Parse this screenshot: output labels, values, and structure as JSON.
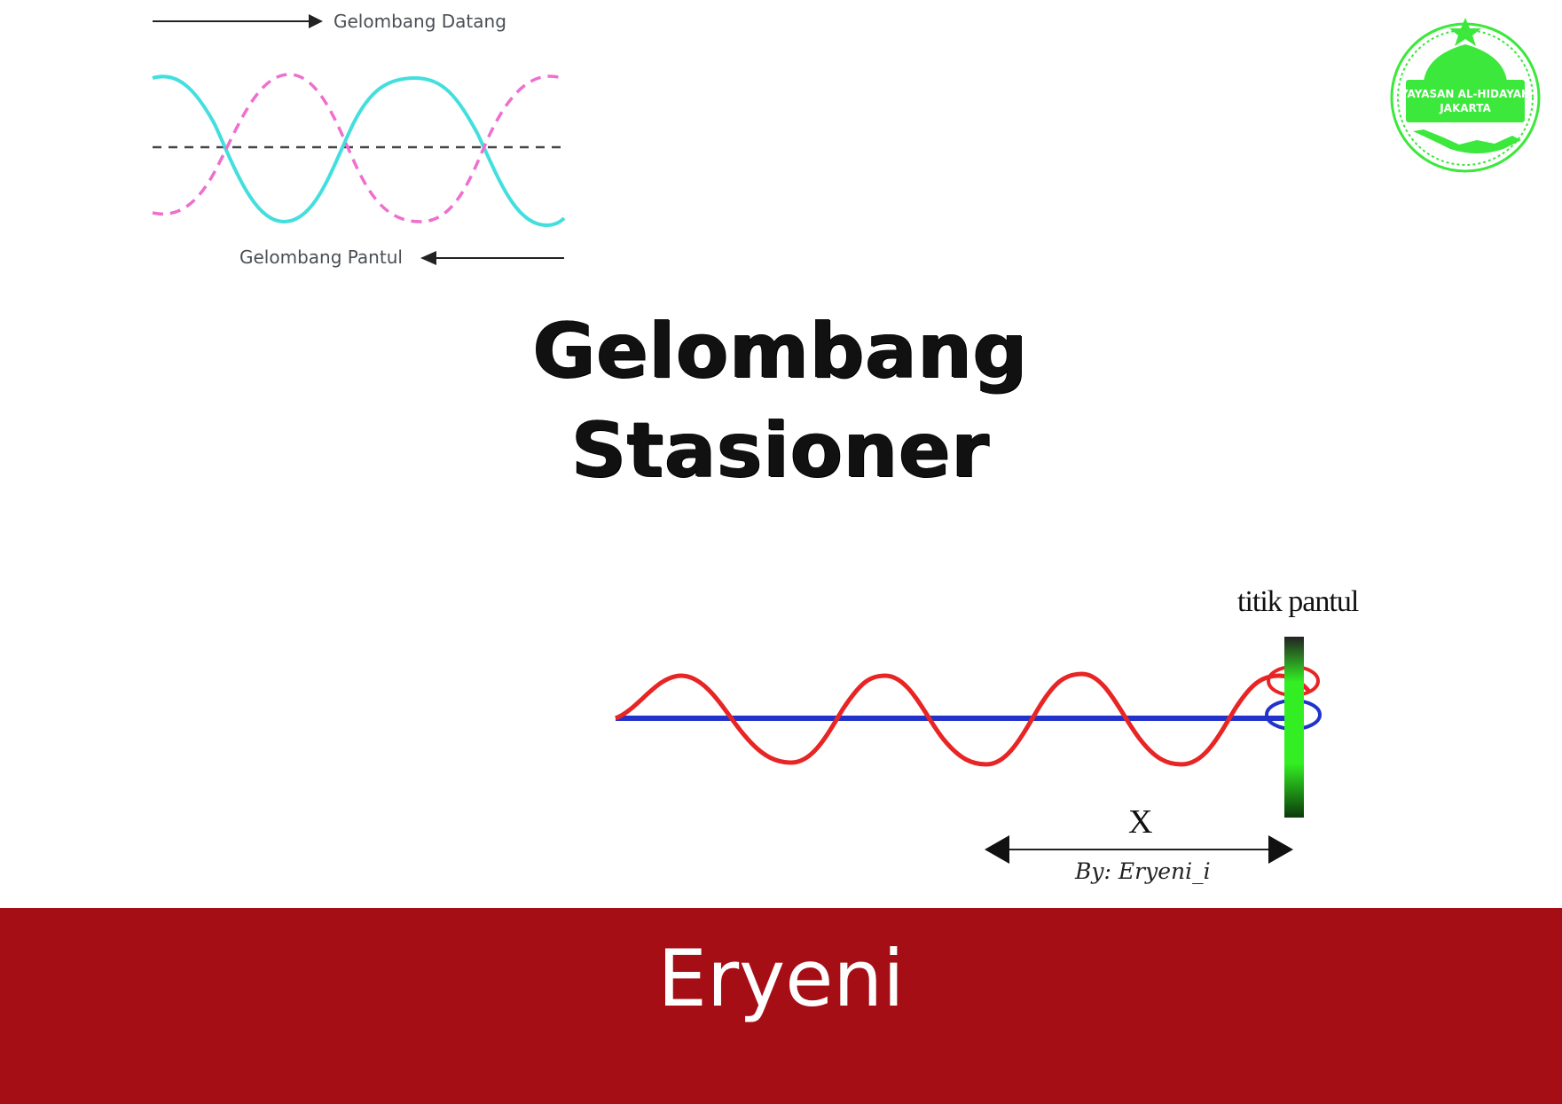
{
  "slide": {
    "top_figure": {
      "incoming_label": "Gelombang Datang",
      "reflected_label": "Gelombang Pantul"
    },
    "title_line1": "Gelombang",
    "title_line2": "Stasioner",
    "bottom_figure": {
      "reflection_point_label": "titik pantul",
      "distance_label": "X",
      "credit": "By: Eryeni_i"
    },
    "logo": {
      "text_line1": "YAYASAN AL-HIDAYAH",
      "text_line2": "JAKARTA",
      "color": "#3be83b"
    },
    "footer": {
      "author": "Eryeni",
      "background_color": "#a50e15"
    }
  }
}
